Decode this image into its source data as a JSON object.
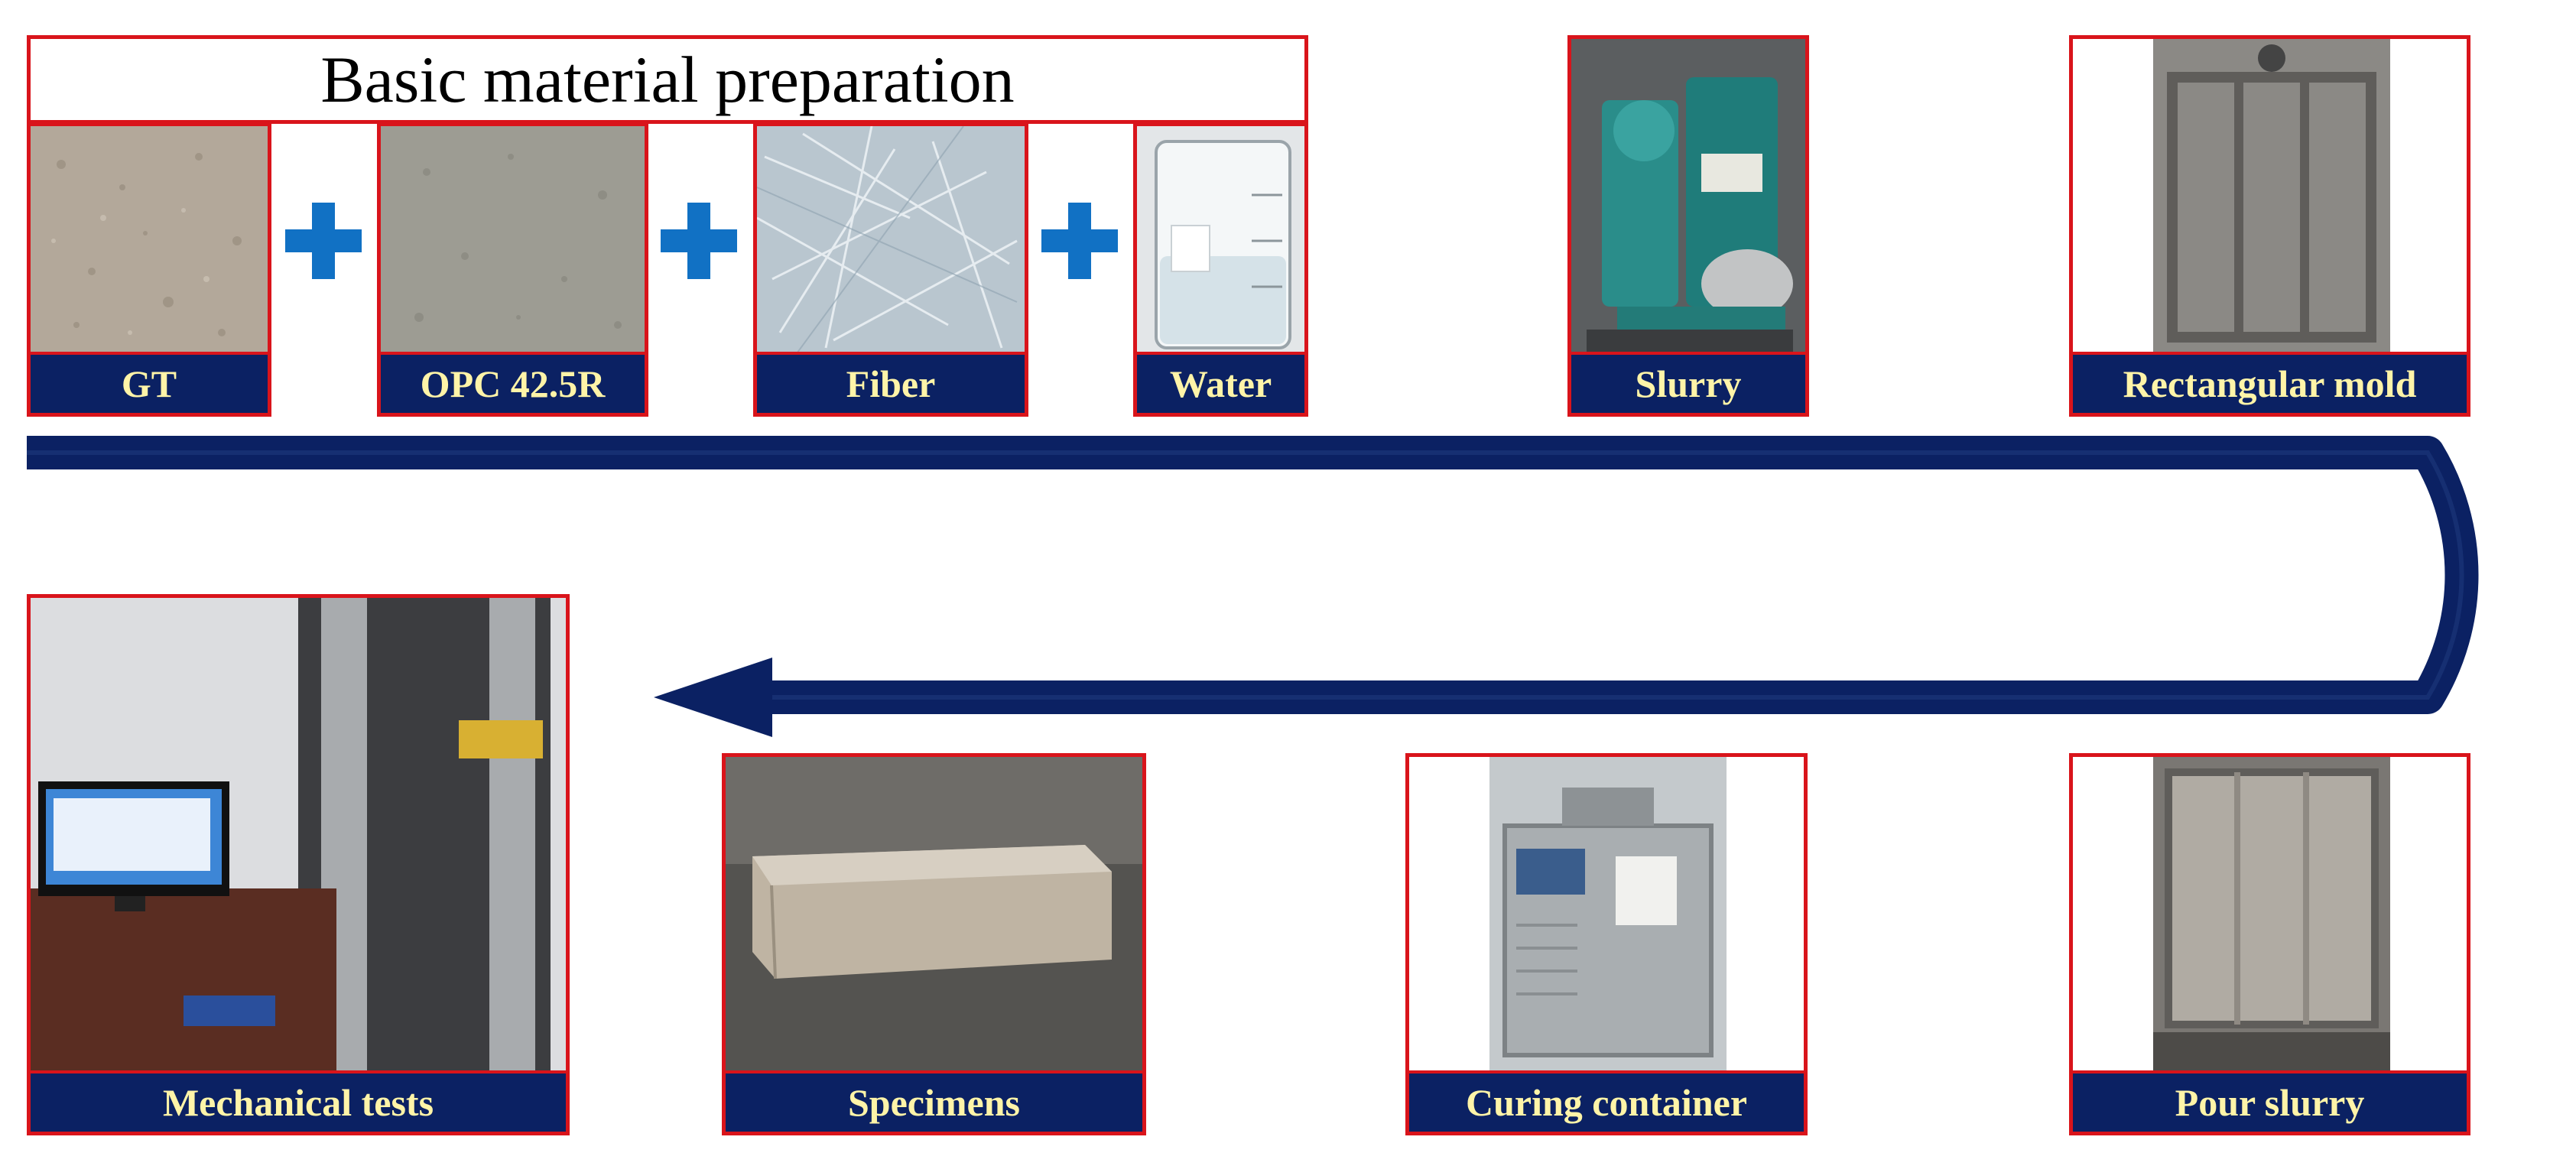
{
  "title": "Basic material preparation",
  "materials": [
    {
      "label": "GT",
      "photo": "gray granular tailings powder"
    },
    {
      "label": "OPC 42.5R",
      "photo": "gray cement powder"
    },
    {
      "label": "Fiber",
      "photo": "glass fibers"
    },
    {
      "label": "Water",
      "photo": "glass beaker with water"
    }
  ],
  "steps": {
    "slurry": "Slurry",
    "mold": "Rectangular mold",
    "pour": "Pour slurry",
    "curing": "Curing container",
    "specimens": "Specimens",
    "tests": "Mechanical tests"
  },
  "icons": [
    "plus-icon",
    "flow-arrow"
  ],
  "colors": {
    "frame": "#d9141b",
    "caption_bg": "#0b2163",
    "caption_text": "#fff4a8",
    "plus": "#1171c4",
    "arrow": "#0b2163"
  }
}
